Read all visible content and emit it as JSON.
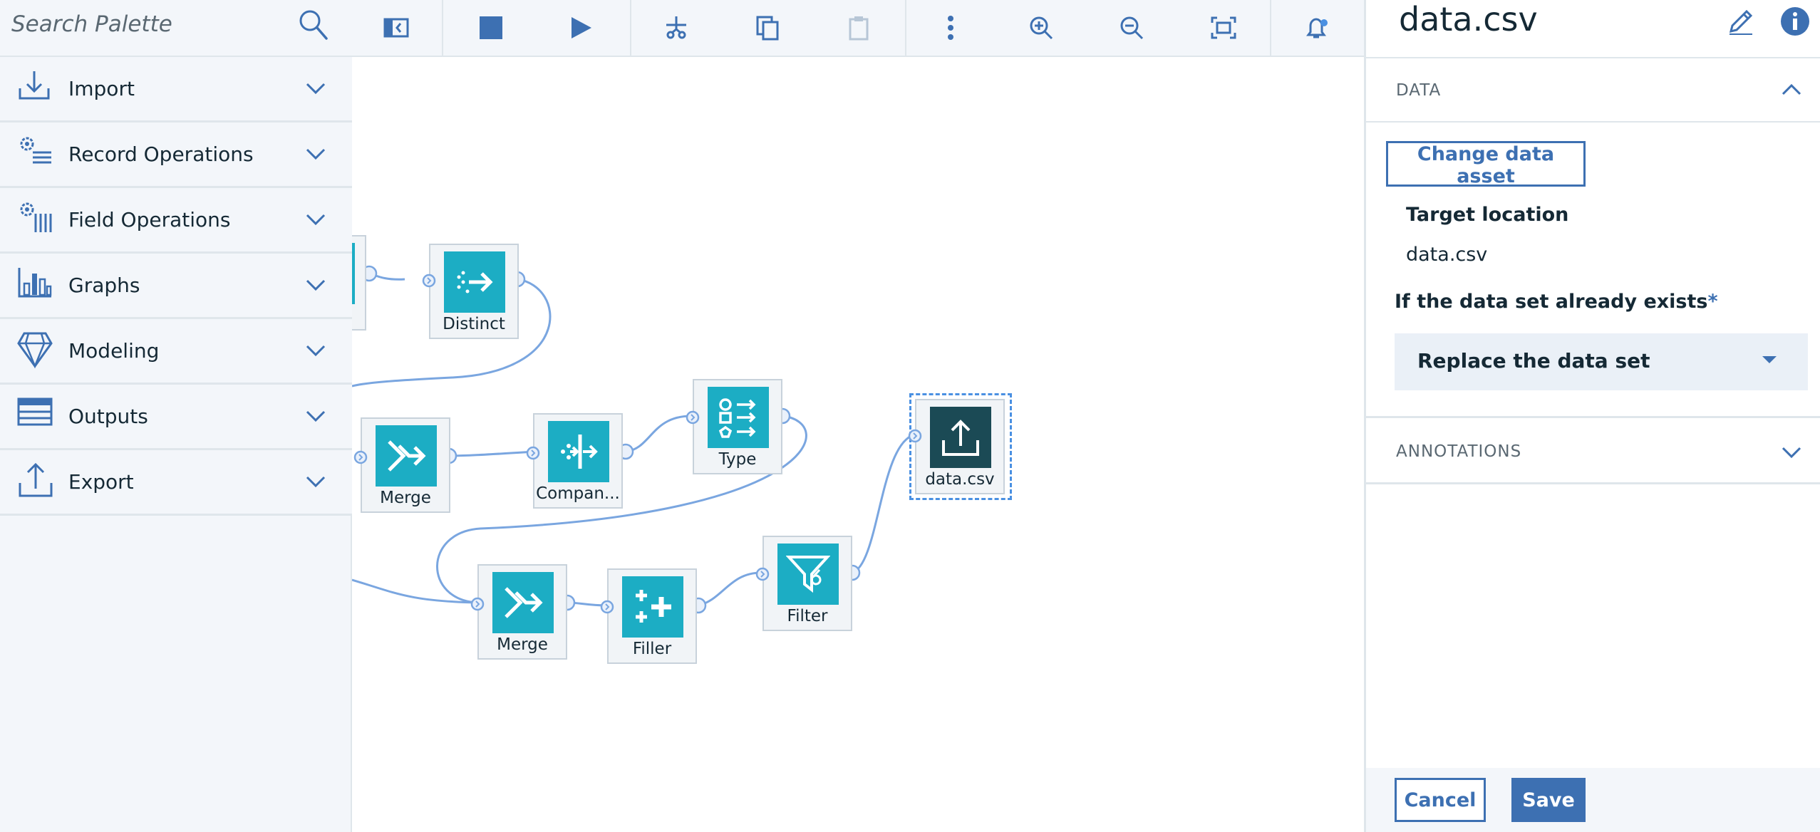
{
  "palette": {
    "search_placeholder": "Search Palette",
    "categories": [
      {
        "label": "Import",
        "icon": "import-icon"
      },
      {
        "label": "Record Operations",
        "icon": "record-operations-icon"
      },
      {
        "label": "Field Operations",
        "icon": "field-operations-icon"
      },
      {
        "label": "Graphs",
        "icon": "graphs-icon"
      },
      {
        "label": "Modeling",
        "icon": "modeling-icon"
      },
      {
        "label": "Outputs",
        "icon": "outputs-icon"
      },
      {
        "label": "Export",
        "icon": "export-icon"
      }
    ]
  },
  "toolbar": {
    "buttons": [
      "toggle-palette-icon",
      "stop-icon",
      "run-icon",
      "cut-icon",
      "copy-icon",
      "paste-icon",
      "more-icon",
      "zoom-in-icon",
      "zoom-out-icon",
      "fit-to-screen-icon",
      "notifications-icon"
    ]
  },
  "canvas": {
    "nodes": [
      {
        "id": "distinct",
        "label": "Distinct",
        "icon": "distinct-icon"
      },
      {
        "id": "merge1",
        "label": "Merge",
        "icon": "merge-icon"
      },
      {
        "id": "companion",
        "label": "Compan...",
        "icon": "companion-icon"
      },
      {
        "id": "type",
        "label": "Type",
        "icon": "type-icon"
      },
      {
        "id": "export",
        "label": "data.csv",
        "icon": "export-upload-icon"
      },
      {
        "id": "merge2",
        "label": "Merge",
        "icon": "merge-icon"
      },
      {
        "id": "filler",
        "label": "Filler",
        "icon": "filler-icon"
      },
      {
        "id": "filter",
        "label": "Filter",
        "icon": "filter-icon"
      }
    ]
  },
  "panel": {
    "title": "data.csv",
    "data_section_label": "DATA",
    "change_data_asset_label": "Change data asset",
    "target_location_label": "Target location",
    "target_location_value": "data.csv",
    "if_exists_label": "If the data set already exists",
    "required_mark": "*",
    "if_exists_value": "Replace the data set",
    "annotations_section_label": "ANNOTATIONS",
    "cancel_label": "Cancel",
    "save_label": "Save"
  },
  "colors": {
    "accent": "#3d70b2",
    "node_icon": "#1cadc4",
    "export_node_icon": "#1b4a55",
    "link": "#7aa6e0",
    "palette_bg": "#f3f6fa"
  }
}
